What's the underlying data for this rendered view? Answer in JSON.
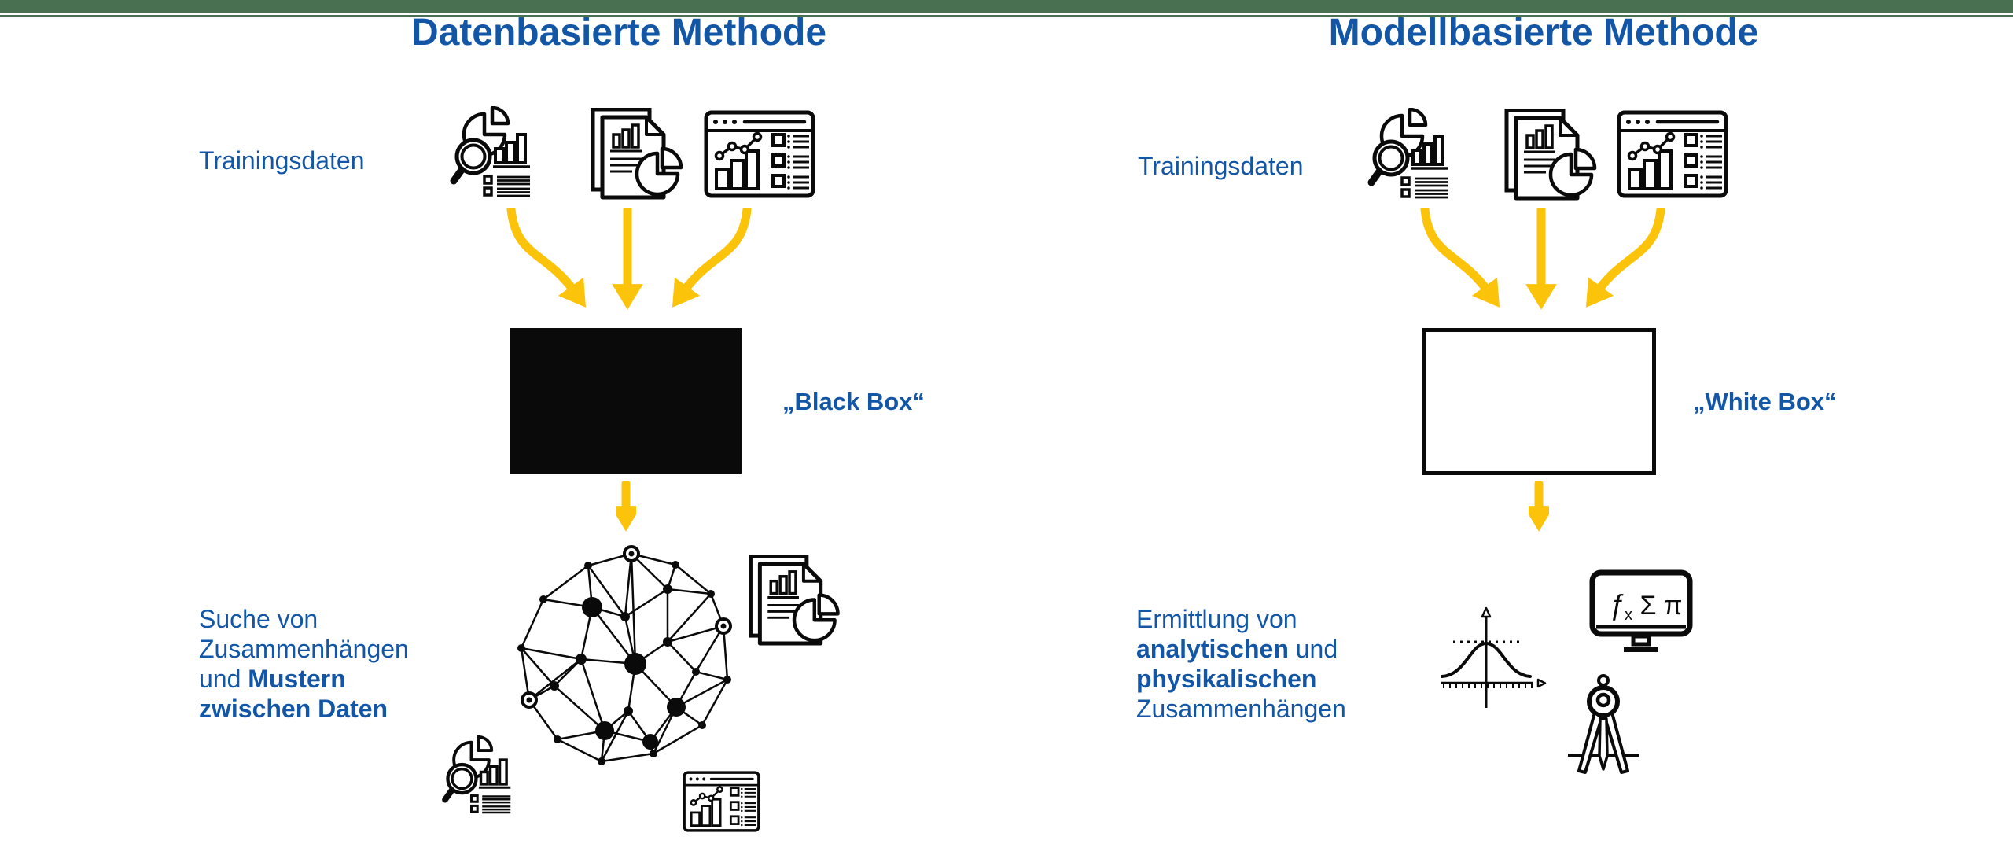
{
  "colors": {
    "accent_blue": "#1256A5",
    "arrow_yellow": "#FCC30B",
    "top_bar_green": "#4A7052",
    "ink_black": "#0A0A0A",
    "background": "#FFFFFF"
  },
  "left": {
    "title": "Datenbasierte Methode",
    "training_label": "Trainingsdaten",
    "box_label": "„Black Box“",
    "result_line1": "Suche von",
    "result_line2": "Zusammenhängen",
    "result_line3_regular": "und ",
    "result_line3_bold": "Mustern",
    "result_line4_bold": "zwischen Daten"
  },
  "right": {
    "title": "Modellbasierte Methode",
    "training_label": "Trainingsdaten",
    "box_label": "„White Box“",
    "result_line1": "Ermittlung von",
    "result_line2_bold": "analytischen",
    "result_line2_regular": " und",
    "result_line3_bold": "physikalischen",
    "result_line4": "Zusammenhängen",
    "formula_f": "ƒ",
    "formula_sub": "x",
    "formula_rest": " Σ π"
  },
  "icons": {
    "training_row": [
      "data-analysis-icon",
      "document-report-icon",
      "dashboard-icon"
    ],
    "left_result": [
      "network-graph-icon",
      "document-report-icon",
      "data-analysis-icon",
      "dashboard-icon"
    ],
    "right_result": [
      "bell-curve-graph-icon",
      "formula-monitor-icon",
      "drafting-compass-icon"
    ]
  }
}
